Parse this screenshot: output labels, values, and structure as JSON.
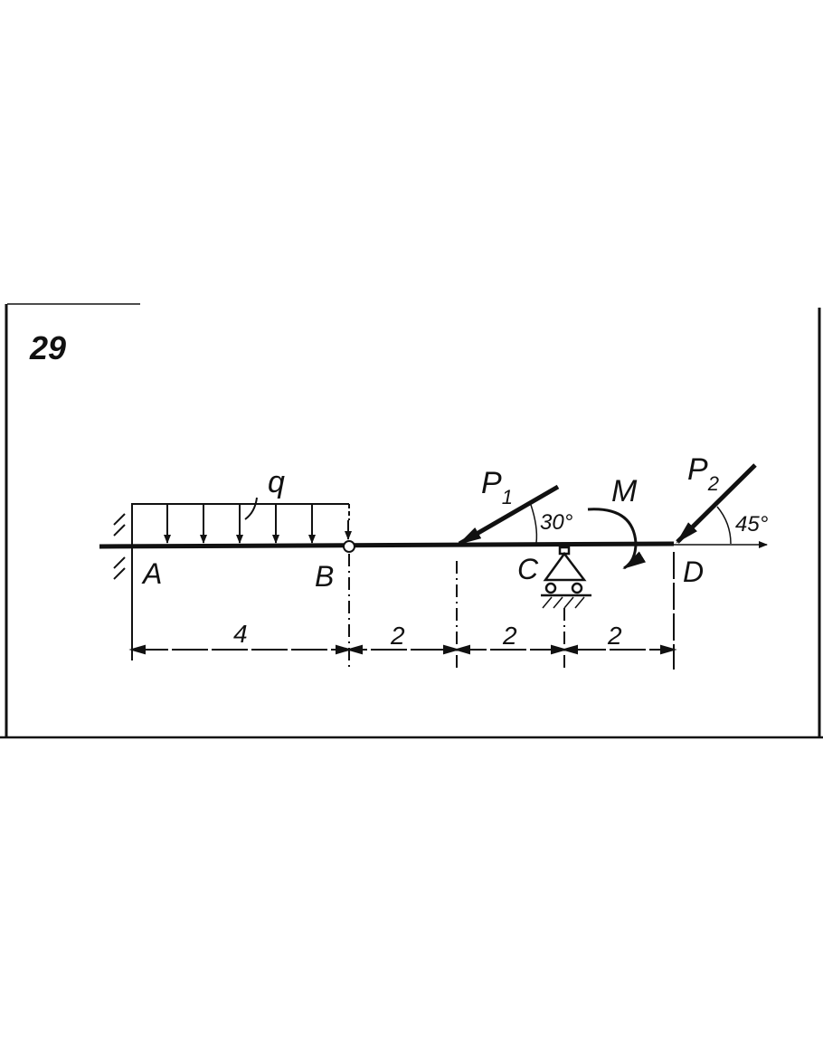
{
  "problem_number": "29",
  "labels": {
    "load": "q",
    "point_a": "A",
    "point_b": "B",
    "point_c": "C",
    "point_d": "D",
    "force_1": "P",
    "force_1_sub": "1",
    "force_2": "P",
    "force_2_sub": "2",
    "moment": "M",
    "angle_1": "30°",
    "angle_2": "45°"
  },
  "dimensions": [
    "4",
    "2",
    "2",
    "2"
  ]
}
